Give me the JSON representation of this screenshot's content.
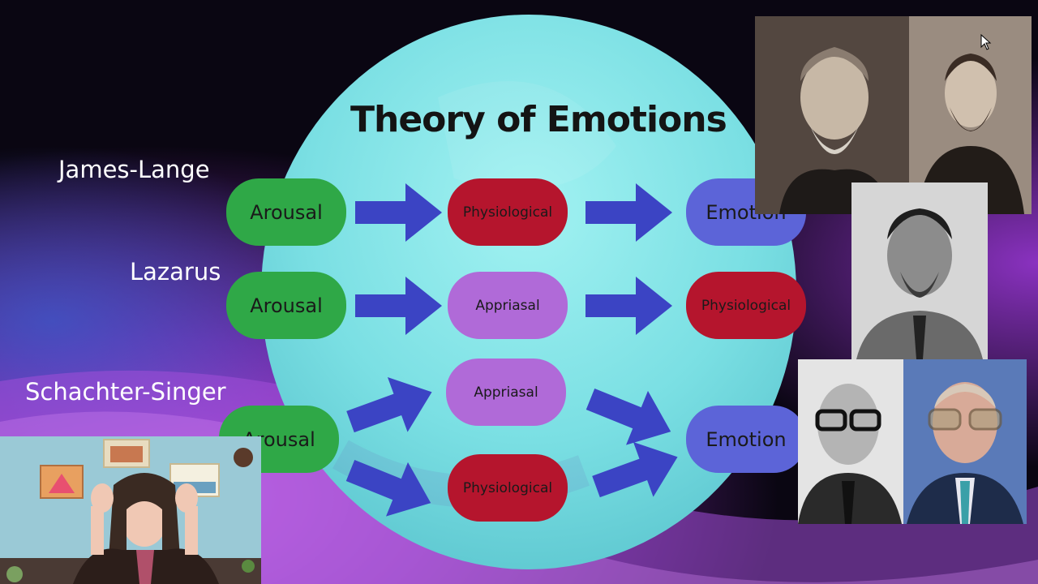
{
  "slide": {
    "title": "Theory of Emotions"
  },
  "theories": [
    {
      "name": "James-Lange",
      "steps": [
        "Arousal",
        "Physiological",
        "Emotion"
      ]
    },
    {
      "name": "Lazarus",
      "steps": [
        "Arousal",
        "Appriasal",
        "Physiological"
      ]
    },
    {
      "name": "Schachter-Singer",
      "steps": [
        "Arousal",
        "Appriasal",
        "Physiological",
        "Emotion"
      ]
    }
  ],
  "colors": {
    "arousal": "#2fa847",
    "physiological": "#b5152d",
    "appraisal": "#b06ad8",
    "emotion": "#5c64d8",
    "arrow": "#3b44c4",
    "circle": "#7fe3e6"
  },
  "icons": [
    "mouse-cursor-icon"
  ]
}
